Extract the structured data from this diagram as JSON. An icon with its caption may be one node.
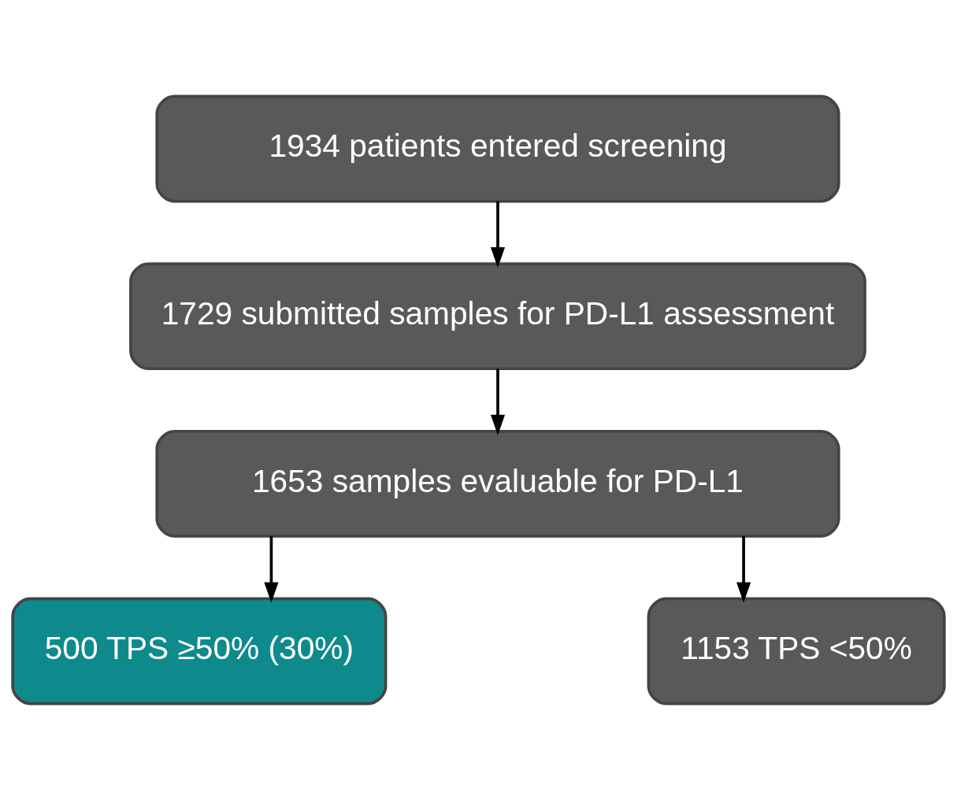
{
  "diagram": {
    "nodes": [
      {
        "text": [
          "1934 patients entered screening"
        ]
      },
      {
        "text": [
          "1729 submitted samples for PD-L1 assessment"
        ]
      },
      {
        "text": [
          "1653 samples evaluable for PD-L1"
        ]
      },
      {
        "text": [
          "500 TPS ≥50% (30%)"
        ]
      },
      {
        "text": [
          "1153 TPS <50%"
        ]
      }
    ],
    "edges": [
      {
        "from": 0,
        "to": 1,
        "arrow": "to"
      },
      {
        "from": 1,
        "to": 2,
        "arrow": "to"
      },
      {
        "from": 2,
        "to": 3,
        "arrow": "to"
      },
      {
        "from": 2,
        "to": 4,
        "arrow": "to"
      }
    ]
  }
}
